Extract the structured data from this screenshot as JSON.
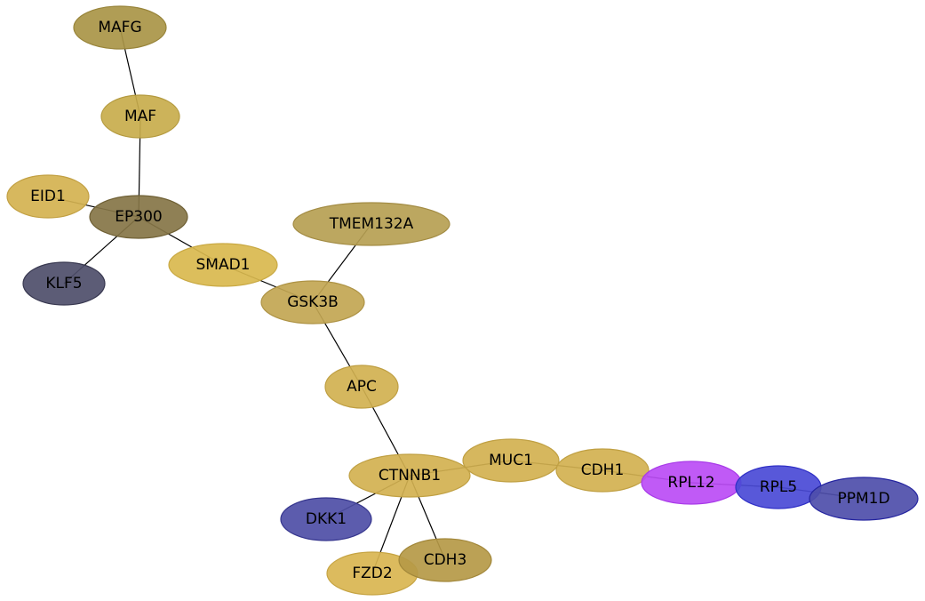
{
  "network": {
    "nodes": [
      {
        "id": "MAFG",
        "label": "MAFG",
        "fill": "#A99546",
        "stroke": "#98843a"
      },
      {
        "id": "MAF",
        "label": "MAF",
        "fill": "#C8AC4C",
        "stroke": "#b49a3f"
      },
      {
        "id": "EID1",
        "label": "EID1",
        "fill": "#D4B250",
        "stroke": "#c2a043"
      },
      {
        "id": "EP300",
        "label": "EP300",
        "fill": "#857546",
        "stroke": "#6f6035"
      },
      {
        "id": "KLF5",
        "label": "KLF5",
        "fill": "#4E4E6A",
        "stroke": "#383850"
      },
      {
        "id": "SMAD1",
        "label": "SMAD1",
        "fill": "#D9B94E",
        "stroke": "#c9a943"
      },
      {
        "id": "TMEM132A",
        "label": "TMEM132A",
        "fill": "#B69F52",
        "stroke": "#a38c44"
      },
      {
        "id": "GSK3B",
        "label": "GSK3B",
        "fill": "#C2A652",
        "stroke": "#ae9345"
      },
      {
        "id": "APC",
        "label": "APC",
        "fill": "#D1B150",
        "stroke": "#bf9f43"
      },
      {
        "id": "CTNNB1",
        "label": "CTNNB1",
        "fill": "#D2B150",
        "stroke": "#c0a043"
      },
      {
        "id": "MUC1",
        "label": "MUC1",
        "fill": "#D2B150",
        "stroke": "#c0a043"
      },
      {
        "id": "CDH1",
        "label": "CDH1",
        "fill": "#D2B150",
        "stroke": "#c0a043"
      },
      {
        "id": "RPL12",
        "label": "RPL12",
        "fill": "#BB4CF5",
        "stroke": "#a83ae8"
      },
      {
        "id": "RPL5",
        "label": "RPL5",
        "fill": "#4A4AD6",
        "stroke": "#3030c6"
      },
      {
        "id": "PPM1D",
        "label": "PPM1D",
        "fill": "#4E4EAA",
        "stroke": "#2525a0"
      },
      {
        "id": "DKK1",
        "label": "DKK1",
        "fill": "#4E4EA6",
        "stroke": "#36368e"
      },
      {
        "id": "FZD2",
        "label": "FZD2",
        "fill": "#D9B550",
        "stroke": "#c6a443"
      },
      {
        "id": "CDH3",
        "label": "CDH3",
        "fill": "#B59946",
        "stroke": "#a2873a"
      }
    ],
    "edges": [
      [
        "MAFG",
        "MAF"
      ],
      [
        "MAF",
        "EP300"
      ],
      [
        "EID1",
        "EP300"
      ],
      [
        "EP300",
        "KLF5"
      ],
      [
        "EP300",
        "SMAD1"
      ],
      [
        "SMAD1",
        "GSK3B"
      ],
      [
        "TMEM132A",
        "GSK3B"
      ],
      [
        "GSK3B",
        "APC"
      ],
      [
        "APC",
        "CTNNB1"
      ],
      [
        "CTNNB1",
        "MUC1"
      ],
      [
        "MUC1",
        "CDH1"
      ],
      [
        "CDH1",
        "RPL12"
      ],
      [
        "RPL12",
        "RPL5"
      ],
      [
        "RPL5",
        "PPM1D"
      ],
      [
        "CTNNB1",
        "DKK1"
      ],
      [
        "CTNNB1",
        "FZD2"
      ],
      [
        "CTNNB1",
        "CDH3"
      ]
    ]
  }
}
